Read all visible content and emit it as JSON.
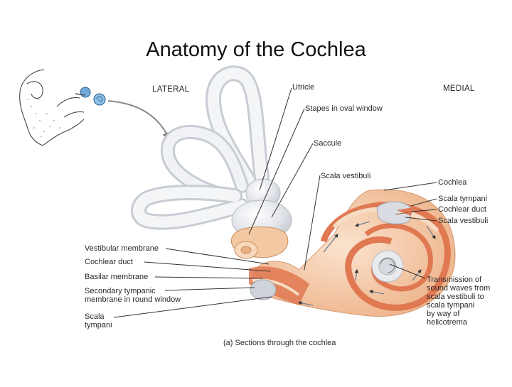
{
  "title": "Anatomy of the Cochlea",
  "orientation": {
    "lateral": "LATERAL",
    "medial": "MEDIAL"
  },
  "labels": {
    "utricle": "Utricle",
    "stapes": "Stapes in oval window",
    "saccule": "Saccule",
    "scala_vestibuli_top": "Scala vestibuli",
    "cochlea": "Cochlea",
    "scala_tympani_right": "Scala tympani",
    "cochlear_duct_right": "Cochlear duct",
    "scala_vestibuli_right": "Scala vestibuli",
    "vestibular_membrane": "Vestibular membrane",
    "cochlear_duct_left": "Cochlear duct",
    "basilar_membrane": "Basilar membrane",
    "secondary_tympanic": "Secondary tympanic\nmembrane in round window",
    "scala_tympani_left": "Scala\ntympani",
    "transmission": "Transmission of\nsound waves from\nscala vestibuli to\nscala tympani\nby way of\nhelicotrema"
  },
  "caption": "(a) Sections through the cochlea",
  "colors": {
    "bone": "#e6e8ec",
    "bone_edge": "#b8bcc4",
    "cochlea_light": "#f4c9a4",
    "cochlea_stripe": "#e07852",
    "line": "#333333"
  }
}
